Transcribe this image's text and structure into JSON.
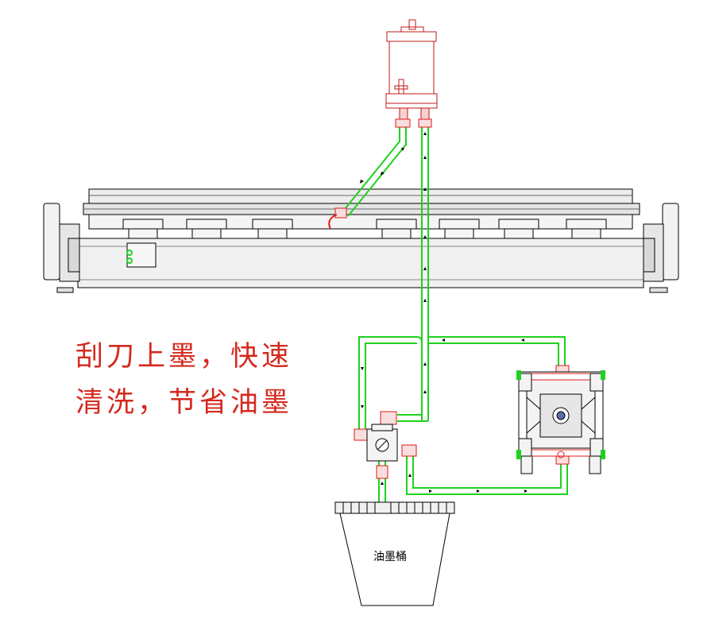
{
  "caption": {
    "line1": "刮刀上墨，快速",
    "line2": "清洗，节省油墨"
  },
  "bucket": {
    "label": "油墨桶"
  },
  "colors": {
    "pipe": "#1fd11f",
    "fitting": "#e01818",
    "outline": "#000000",
    "caption": "#d42a1f",
    "machine_fill": "#e9e9e9"
  },
  "components": [
    "ink-reservoir-cylinder",
    "doctor-blade-beam",
    "three-way-valve",
    "diaphragm-pump",
    "ink-bucket"
  ]
}
